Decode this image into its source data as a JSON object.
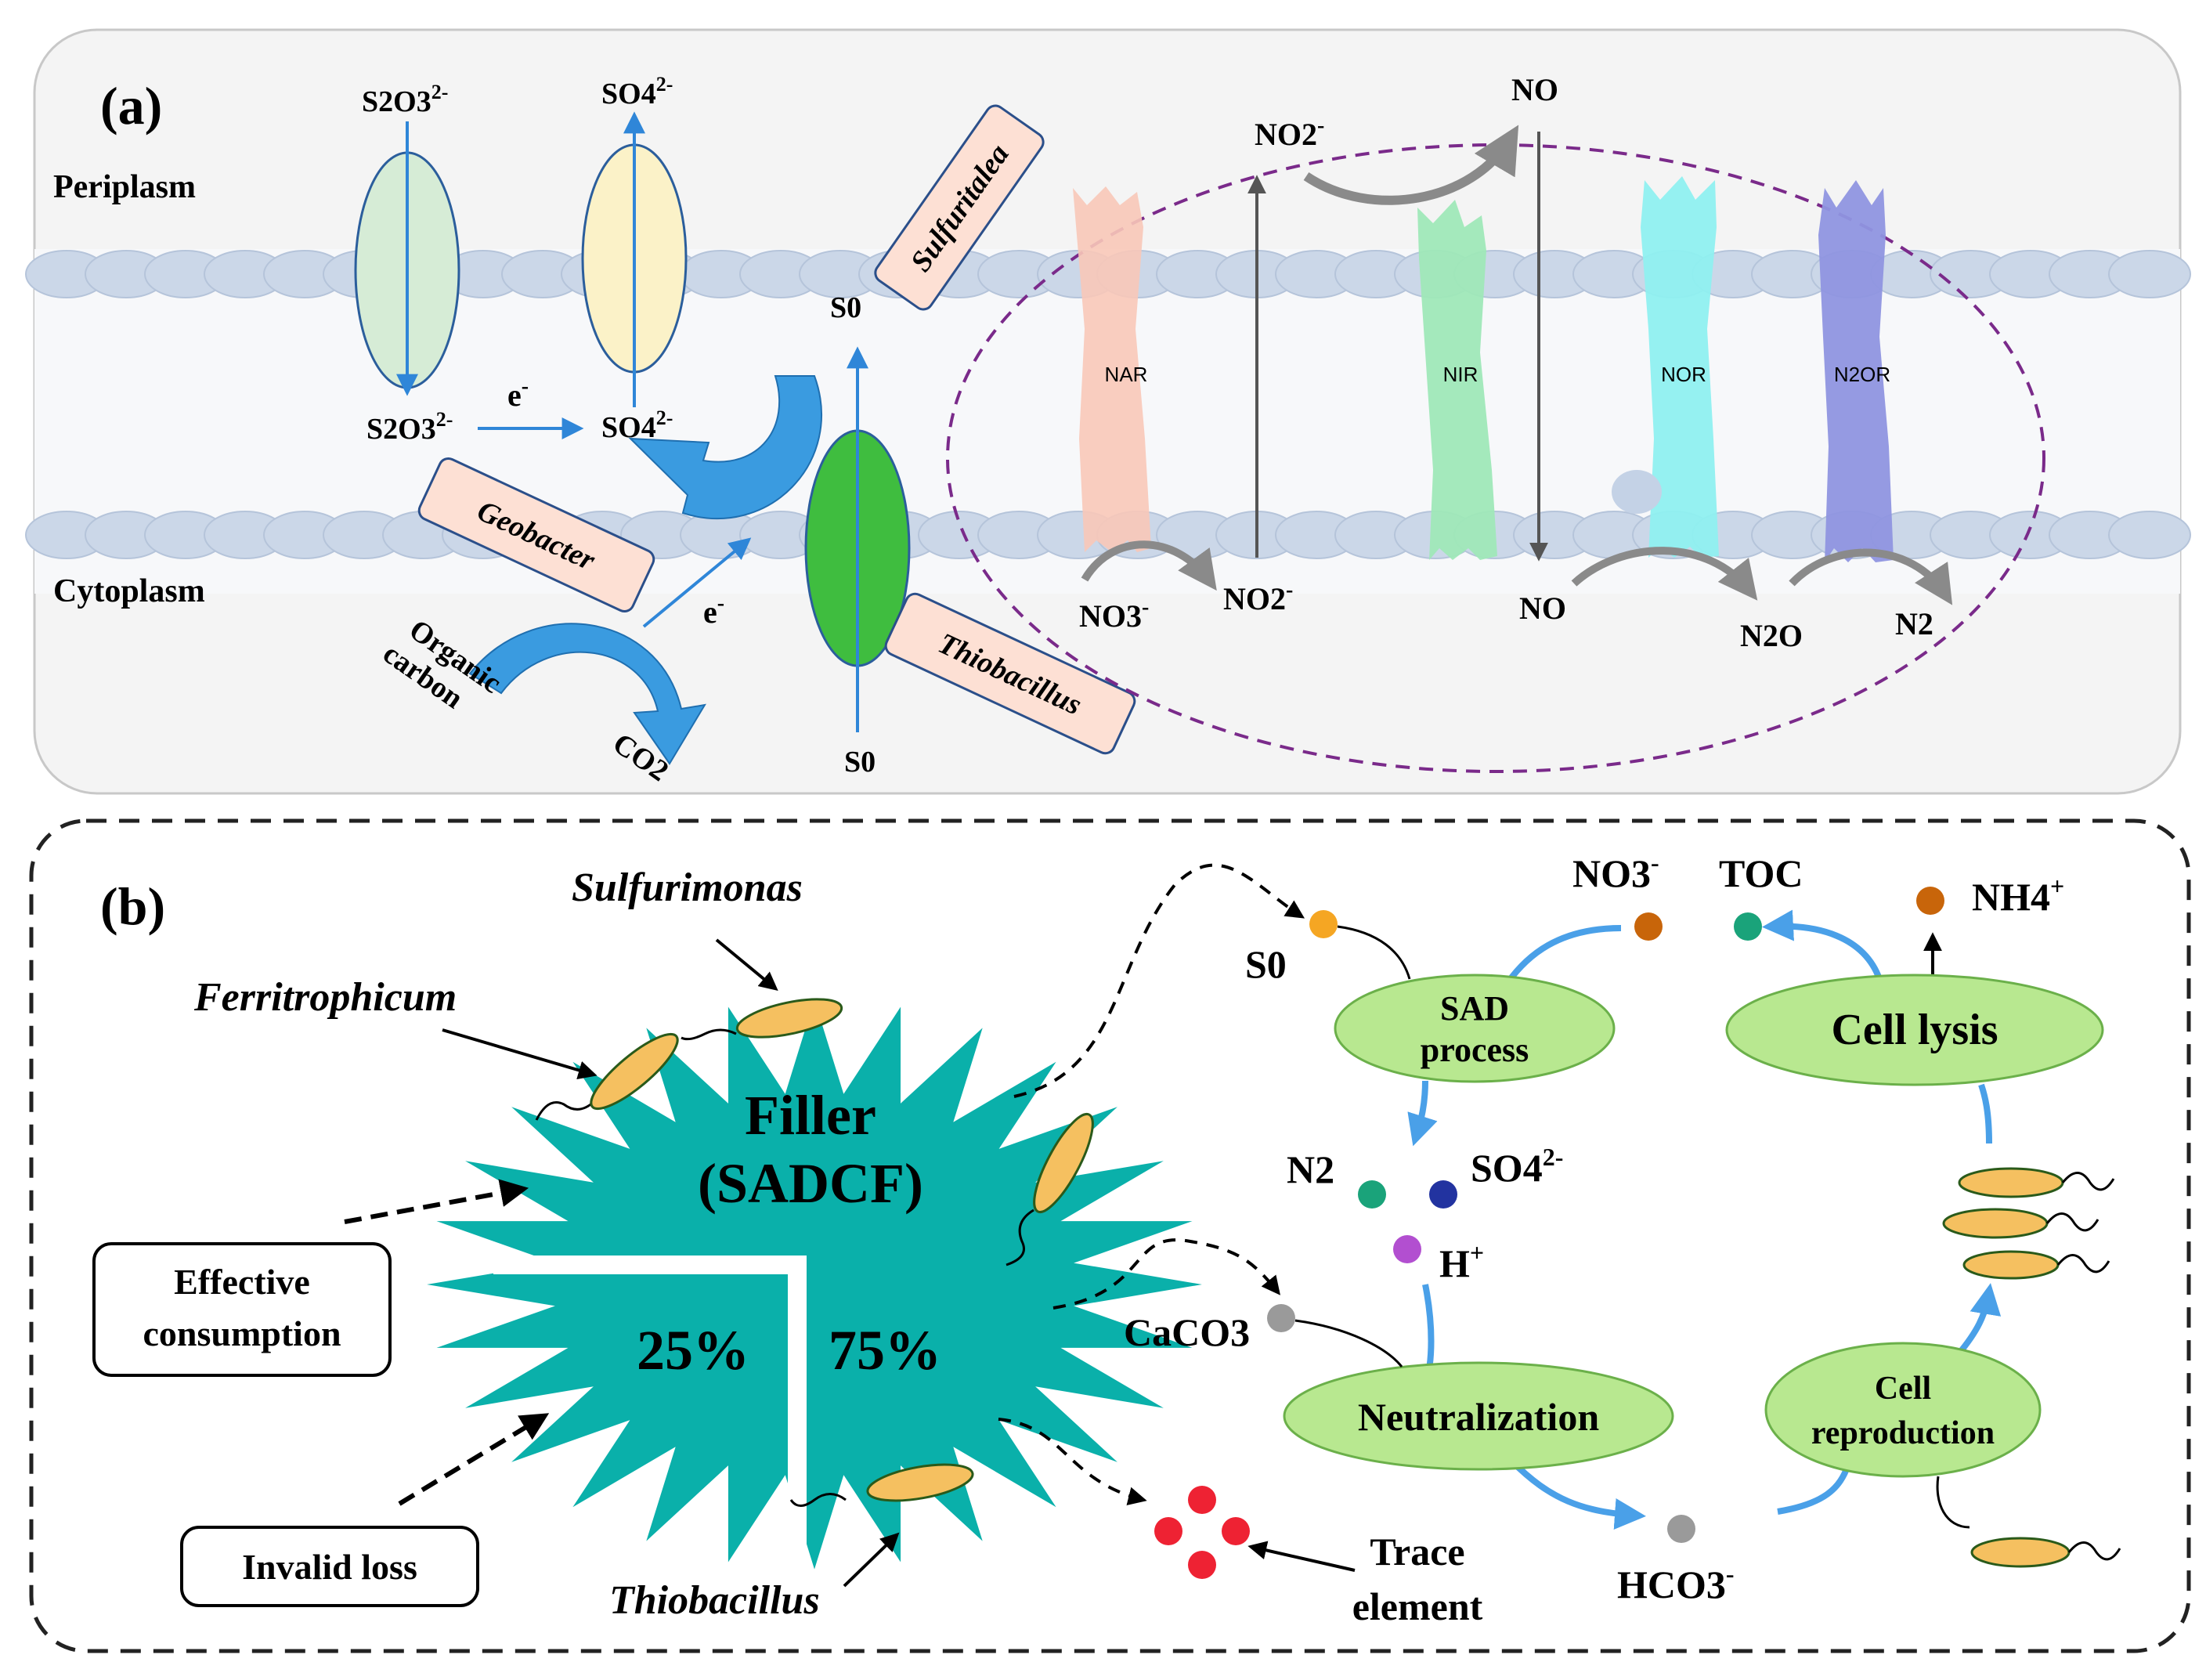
{
  "panel_a": {
    "label": "(a)",
    "periplasm": "Periplasm",
    "cytoplasm": "Cytoplasm",
    "s2o3_top": "S2O3",
    "so4_top": "SO4",
    "s2o3_bottom": "S2O3",
    "so4_bottom": "SO4",
    "e_top": "e",
    "e_mid": "e",
    "charge_2minus": "2-",
    "charge_minus": "-",
    "s0_top": "S0",
    "s0_bottom": "S0",
    "organic_line1": "Organic",
    "organic_line2": "carbon",
    "co2": "CO2",
    "no2_top": "NO2",
    "no_top": "NO",
    "no3_bottom": "NO3",
    "no2_bottom": "NO2",
    "no_bottom": "NO",
    "n2o": "N2O",
    "n2": "N2",
    "enzymes": {
      "nar": "NAR",
      "nir": "NIR",
      "nor": "NOR",
      "n2or": "N2OR"
    },
    "bacteria": {
      "sulfuritalea": "Sulfuritalea",
      "geobacter": "Geobacter",
      "thiobacillus": "Thiobacillus"
    },
    "colors": {
      "panel_bg": "#f4f4f4",
      "membrane": "#cfdaea",
      "arrow_blue": "#2f86d8",
      "ellipse_green_light": "#d6ecd6",
      "ellipse_yellow": "#fbf2c8",
      "ellipse_green_dark": "#3fbd3f",
      "nar": "#f8c8b8",
      "nir": "#9fe8b8",
      "nor": "#8ff0f0",
      "n2or": "#8f95e0",
      "bacteria_box": "#fde0d4",
      "dash_purple": "#7a2a8a"
    }
  },
  "panel_b": {
    "label": "(b)",
    "filler_line1": "Filler",
    "filler_line2": "(SADCF)",
    "pct_left": "25%",
    "pct_right": "75%",
    "sulfurimonas": "Sulfurimonas",
    "ferritrophicum": "Ferritrophicum",
    "thiobacillus": "Thiobacillus",
    "effective_line1": "Effective",
    "effective_line2": "consumption",
    "invalid_loss": "Invalid loss",
    "s0": "S0",
    "no3": "NO3",
    "toc": "TOC",
    "nh4": "NH4",
    "n2": "N2",
    "so4": "SO4",
    "h_plus": "H",
    "caco3": "CaCO3",
    "hco3": "HCO3",
    "trace_line1": "Trace",
    "trace_line2": "element",
    "sad_line1": "SAD",
    "sad_line2": "process",
    "cell_lysis": "Cell lysis",
    "neutralization": "Neutralization",
    "cell_line1": "Cell",
    "cell_line2": "reproduction",
    "colors": {
      "teal": "#0ab0aa",
      "bacterium": "#f5c060",
      "ellipse": "#b8e890",
      "dot_orange": "#f5a623",
      "dot_brown": "#c8650a",
      "dot_green": "#1aa37a",
      "dot_navy": "#2233a0",
      "dot_purple": "#b24fd0",
      "dot_gray": "#9a9a9a",
      "dot_red": "#ee2233",
      "cycle_blue": "#4aa0e8"
    }
  }
}
